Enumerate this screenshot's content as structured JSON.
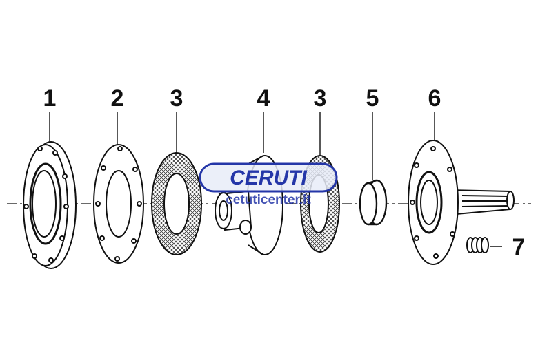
{
  "labels": {
    "part_1": "1",
    "part_2": "2",
    "part_3a": "3",
    "part_4": "4",
    "part_3b": "3",
    "part_5": "5",
    "part_6": "6",
    "part_7": "7"
  },
  "watermark": {
    "logo_text": "CERUTI",
    "url": "cetuticenter.it",
    "color": "#2436a8"
  }
}
